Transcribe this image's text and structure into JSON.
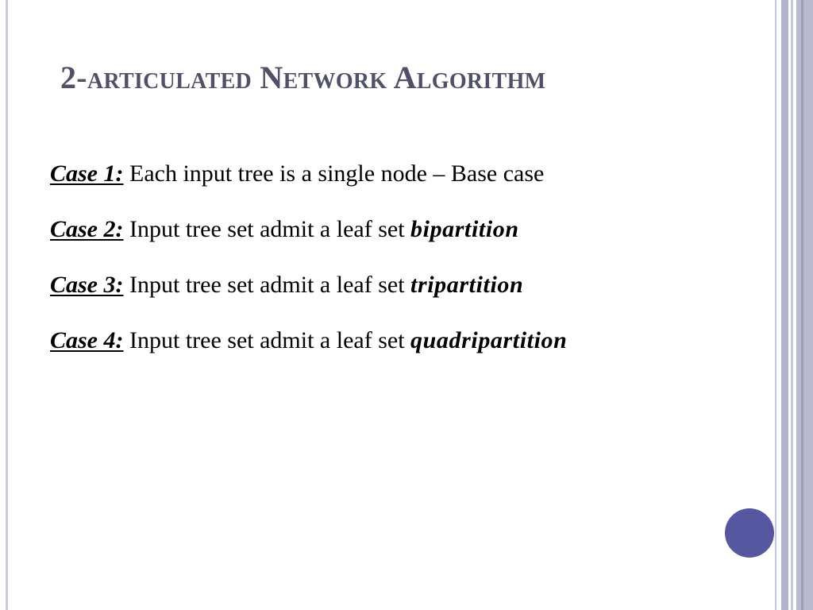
{
  "slide": {
    "title": "2-articulated Network Algorithm",
    "cases": [
      {
        "label": "Case 1:",
        "text": "Each input tree is a single node – Base case",
        "emphasis": ""
      },
      {
        "label": "Case 2:",
        "text": "Input tree set admit a leaf set",
        "emphasis": "bipartition"
      },
      {
        "label": "Case 3:",
        "text": "Input tree set admit a leaf set",
        "emphasis": "tripartition"
      },
      {
        "label": "Case 4:",
        "text": "Input tree set admit a leaf set",
        "emphasis": "quadripartition"
      }
    ]
  },
  "theme": {
    "title_color": "#505068",
    "accent_dot_color": "#5558a0",
    "stripe_color": "#b9b9d0"
  }
}
